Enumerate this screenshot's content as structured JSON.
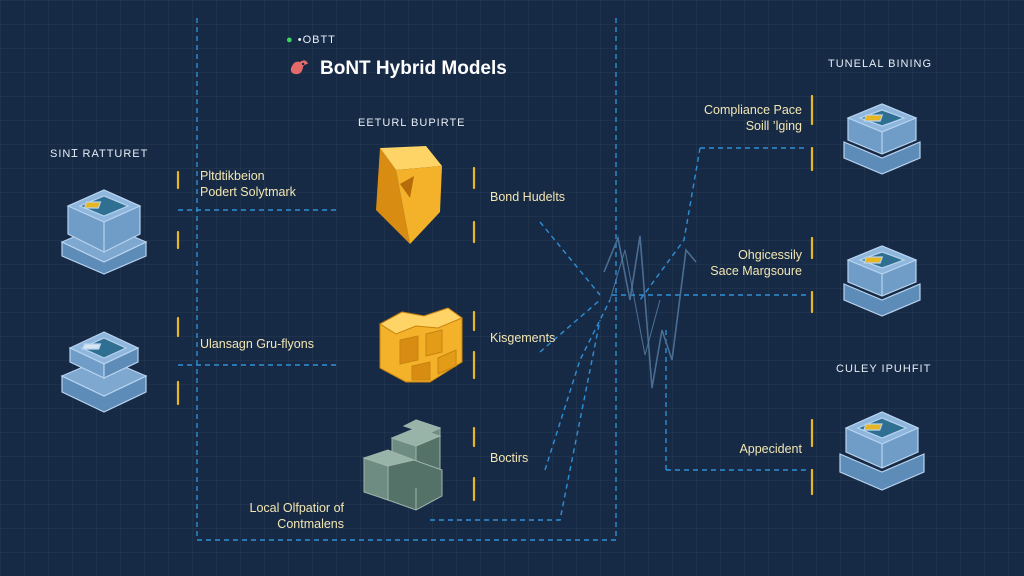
{
  "header": {
    "small_label": "•OBTT",
    "title": "BoNT Hybrid Models"
  },
  "sections": {
    "left_header": "SINꞮ RATTURET",
    "center_header": "EETURL BUPIRTE",
    "right_top_header": "TUNELAL BINING",
    "right_mid_header": "CULEY IPUHFIT"
  },
  "labels": {
    "left_top": [
      "Pltdtikbeion",
      "Podert Solytmark"
    ],
    "left_mid": "Ulansagn Gru-flyons",
    "bottom_left": [
      "Local Olfpatior of",
      "Contmalens"
    ],
    "center_top": "Bond Hudelts",
    "center_mid": "Kisgements",
    "center_bottom": "Boctirs",
    "right_top": [
      "Compliance Pace",
      "Soill ’lging"
    ],
    "right_mid": [
      "Ohgicessily",
      "Sace Margsoure"
    ],
    "right_bottom": "Appecident"
  },
  "colors": {
    "background": "#172a45",
    "wire": "#2e8fd6",
    "bracket": "#e7b623",
    "gold_block": "#f3b22a",
    "blue_cube": "#6f9dc8"
  },
  "icons": {
    "logo": "bird-logo-icon",
    "left_cubes": [
      "server-cube-icon",
      "server-cube-icon"
    ],
    "center_blocks": [
      "gold-prism-icon",
      "gold-block-cluster-icon",
      "gray-stair-blocks-icon"
    ],
    "right_cubes": [
      "server-cube-icon",
      "server-cube-icon",
      "server-cube-icon"
    ]
  }
}
